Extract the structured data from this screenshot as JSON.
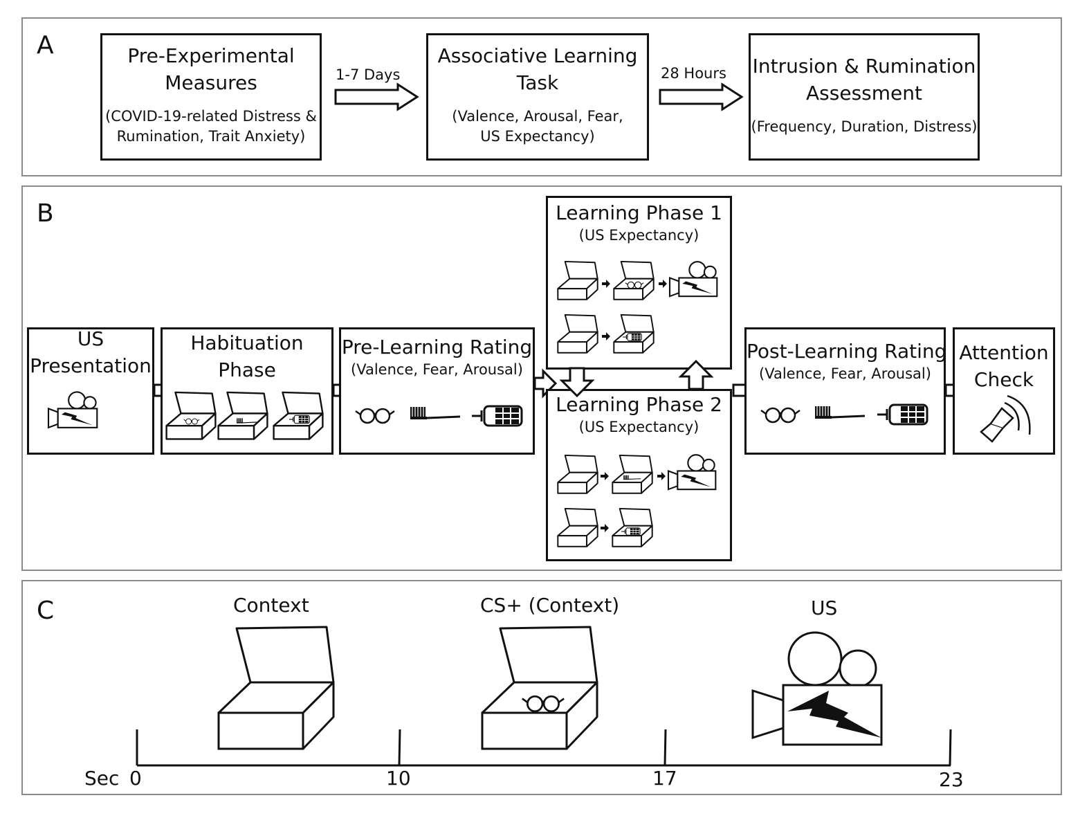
{
  "panel_a": {
    "letter": "A",
    "boxes": [
      {
        "title1": "Pre-Experimental",
        "title2": "Measures",
        "sub1": "(COVID-19-related Distress &",
        "sub2": "Rumination, Trait Anxiety)"
      },
      {
        "title1": "Associative Learning",
        "title2": "Task",
        "sub1": "(Valence, Arousal, Fear,",
        "sub2": "US Expectancy)"
      },
      {
        "title1": "Intrusion & Rumination",
        "title2": "Assessment",
        "sub1": "(Frequency, Duration, Distress)"
      }
    ],
    "arrows": [
      "1-7 Days",
      "28 Hours"
    ]
  },
  "panel_b": {
    "letter": "B",
    "us_presentation": {
      "title1": "US",
      "title2": "Presentation"
    },
    "habituation": {
      "title1": "Habituation",
      "title2": "Phase"
    },
    "pre_learning": {
      "title": "Pre-Learning Rating",
      "sub": "(Valence, Fear, Arousal)"
    },
    "learning_1": {
      "title": "Learning Phase 1",
      "sub": "(US Expectancy)"
    },
    "learning_2": {
      "title": "Learning Phase 2",
      "sub": "(US Expectancy)"
    },
    "post_learning": {
      "title": "Post-Learning Rating",
      "sub": "(Valence, Fear, Arousal)"
    },
    "attention": {
      "title1": "Attention",
      "title2": "Check"
    }
  },
  "panel_c": {
    "letter": "C",
    "stimuli": [
      "Context",
      "CS+ (Context)",
      "US"
    ],
    "axis_label": "Sec",
    "ticks": [
      "0",
      "10",
      "17",
      "23"
    ]
  },
  "icons": [
    "open-box-icon",
    "glasses-icon",
    "toothbrush-icon",
    "calculator-icon",
    "camera-shock-icon",
    "speaker-icon",
    "block-arrow-icon"
  ]
}
